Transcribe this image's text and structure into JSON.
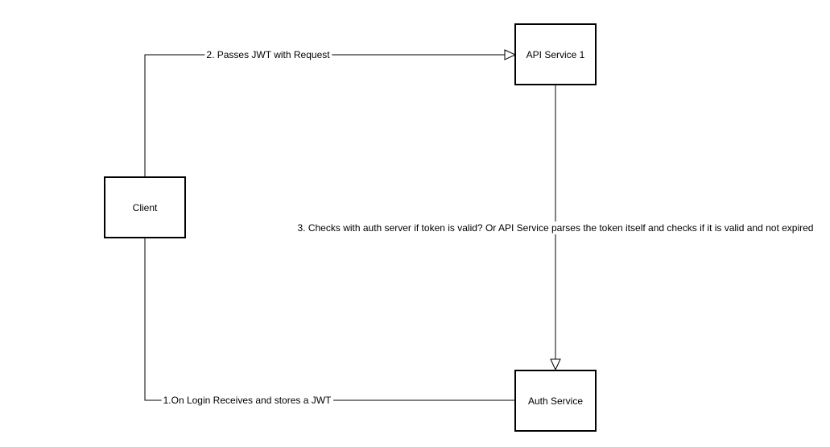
{
  "colors": {
    "stroke": "#000000",
    "background": "#ffffff"
  },
  "nodes": {
    "client": {
      "label": "Client"
    },
    "api_service": {
      "label": "API Service 1"
    },
    "auth_service": {
      "label": "Auth Service"
    }
  },
  "edges": {
    "login": {
      "label": "1.On Login Receives and stores a JWT"
    },
    "request": {
      "label": "2. Passes JWT with Request"
    },
    "validate": {
      "label": "3. Checks with auth server if token is valid? Or API Service parses the token itself and checks if it is valid and not expired"
    }
  }
}
